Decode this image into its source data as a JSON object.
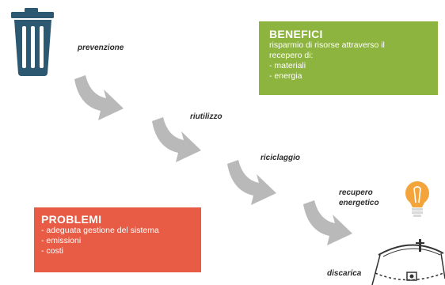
{
  "stages": {
    "prevenzione": "prevenzione",
    "riutilizzo": "riutilizzo",
    "riciclaggio": "riciclaggio",
    "recupero_line1": "recupero",
    "recupero_line2": "energetico",
    "discarica": "discarica"
  },
  "benefici": {
    "title": "BENEFICI",
    "lines": [
      "risparmio di risorse attraverso il",
      "recepero di:",
      "- materiali",
      "- energia"
    ]
  },
  "problemi": {
    "title": "PROBLEMI",
    "lines": [
      "- adeguata gestione del sistema",
      "- emissioni",
      "- costi"
    ]
  },
  "icons": [
    "trash-bin-icon",
    "light-bulb-icon",
    "landfill-icon"
  ],
  "colors": {
    "benefici": "#8db43f",
    "problemi": "#e85c45",
    "arrow": "#b9b9b9",
    "trash": "#2d5872",
    "bulb": "#f3a43a"
  }
}
